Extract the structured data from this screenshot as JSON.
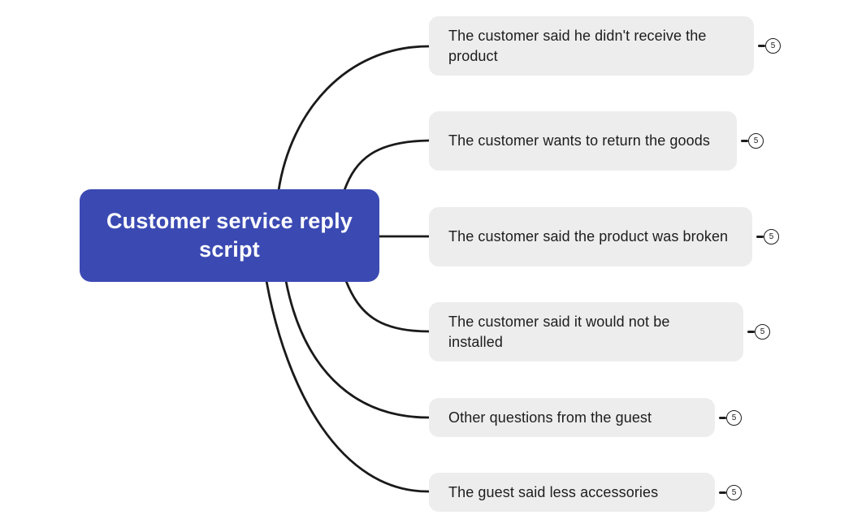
{
  "root": {
    "label": "Customer service reply script"
  },
  "branches": [
    {
      "label": "The customer said he didn't receive the product",
      "count": "5"
    },
    {
      "label": "The customer wants to return the goods",
      "count": "5"
    },
    {
      "label": "The customer said the product was broken",
      "count": "5"
    },
    {
      "label": "The customer said it would not be installed",
      "count": "5"
    },
    {
      "label": "Other questions from the guest",
      "count": "5"
    },
    {
      "label": "The guest said less accessories",
      "count": "5"
    }
  ],
  "colors": {
    "root_bg": "#3b4ab2",
    "root_text": "#ffffff",
    "branch_bg": "#ededed",
    "branch_text": "#1d1d1d",
    "connector": "#1a1a1a",
    "badge_border": "#1d1d1d",
    "badge_bg": "#ffffff"
  }
}
